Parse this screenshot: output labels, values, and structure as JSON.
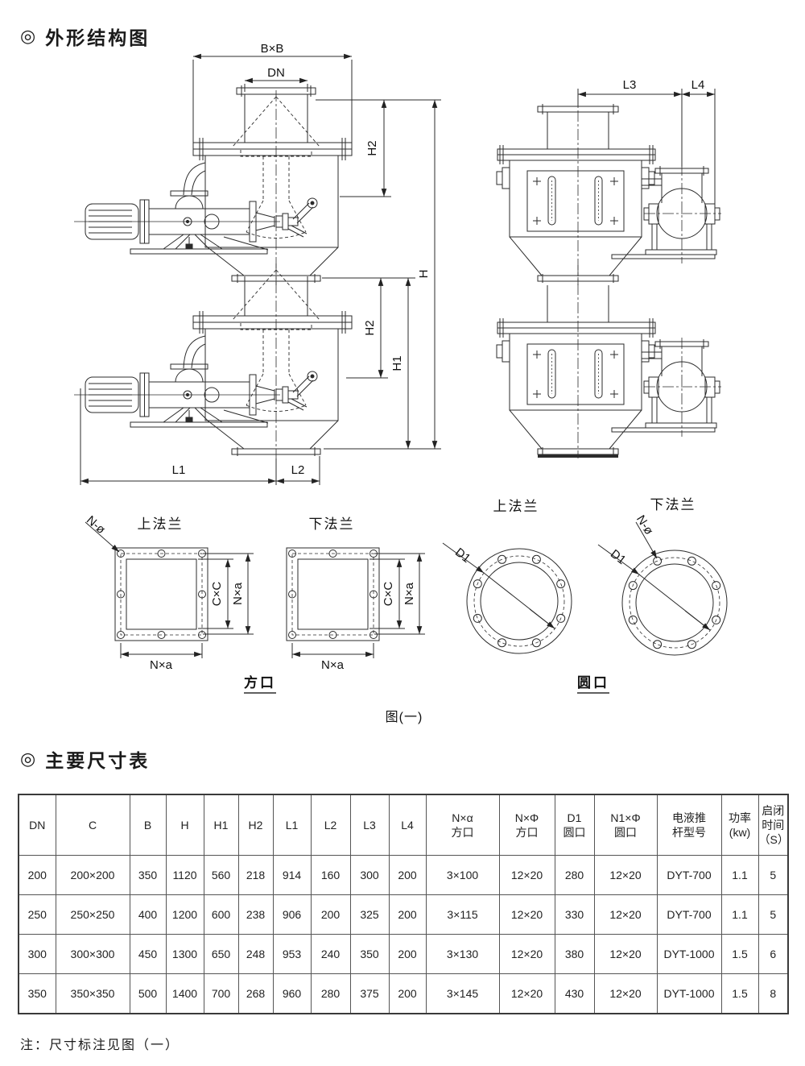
{
  "page": {
    "bullet": "◎",
    "section1_title": "外形结构图",
    "section2_title": "主要尺寸表",
    "figure_caption": "图(一)",
    "note": "注：尺寸标注见图（一）"
  },
  "drawing": {
    "labels": {
      "bxb": "B×B",
      "dn": "DN",
      "h2": "H2",
      "h": "H",
      "h1": "H1",
      "l1": "L1",
      "l2": "L2",
      "l3": "L3",
      "l4": "L4",
      "n_phi": "N-ø",
      "cxc": "C×C",
      "nxa": "N×a",
      "d1": "D1",
      "upper_flange": "上法兰",
      "lower_flange": "下法兰",
      "square_port": "方口",
      "round_port": "圆口"
    },
    "line_color": "#2b2b2b"
  },
  "table": {
    "headers": [
      [
        "DN"
      ],
      [
        "C"
      ],
      [
        "B"
      ],
      [
        "H"
      ],
      [
        "H1"
      ],
      [
        "H2"
      ],
      [
        "L1"
      ],
      [
        "L2"
      ],
      [
        "L3"
      ],
      [
        "L4"
      ],
      [
        "N×α",
        "方口"
      ],
      [
        "N×Φ",
        "方口"
      ],
      [
        "D1",
        "圆口"
      ],
      [
        "N1×Φ",
        "圆口"
      ],
      [
        "电液推",
        "杆型号"
      ],
      [
        "功率",
        "(kw)"
      ],
      [
        "启闭",
        "时间",
        "（S）"
      ]
    ],
    "rows": [
      [
        "200",
        "200×200",
        "350",
        "1120",
        "560",
        "218",
        "914",
        "160",
        "300",
        "200",
        "3×100",
        "12×20",
        "280",
        "12×20",
        "DYT-700",
        "1.1",
        "5"
      ],
      [
        "250",
        "250×250",
        "400",
        "1200",
        "600",
        "238",
        "906",
        "200",
        "325",
        "200",
        "3×115",
        "12×20",
        "330",
        "12×20",
        "DYT-700",
        "1.1",
        "5"
      ],
      [
        "300",
        "300×300",
        "450",
        "1300",
        "650",
        "248",
        "953",
        "240",
        "350",
        "200",
        "3×130",
        "12×20",
        "380",
        "12×20",
        "DYT-1000",
        "1.5",
        "6"
      ],
      [
        "350",
        "350×350",
        "500",
        "1400",
        "700",
        "268",
        "960",
        "280",
        "375",
        "200",
        "3×145",
        "12×20",
        "430",
        "12×20",
        "DYT-1000",
        "1.5",
        "8"
      ]
    ]
  }
}
